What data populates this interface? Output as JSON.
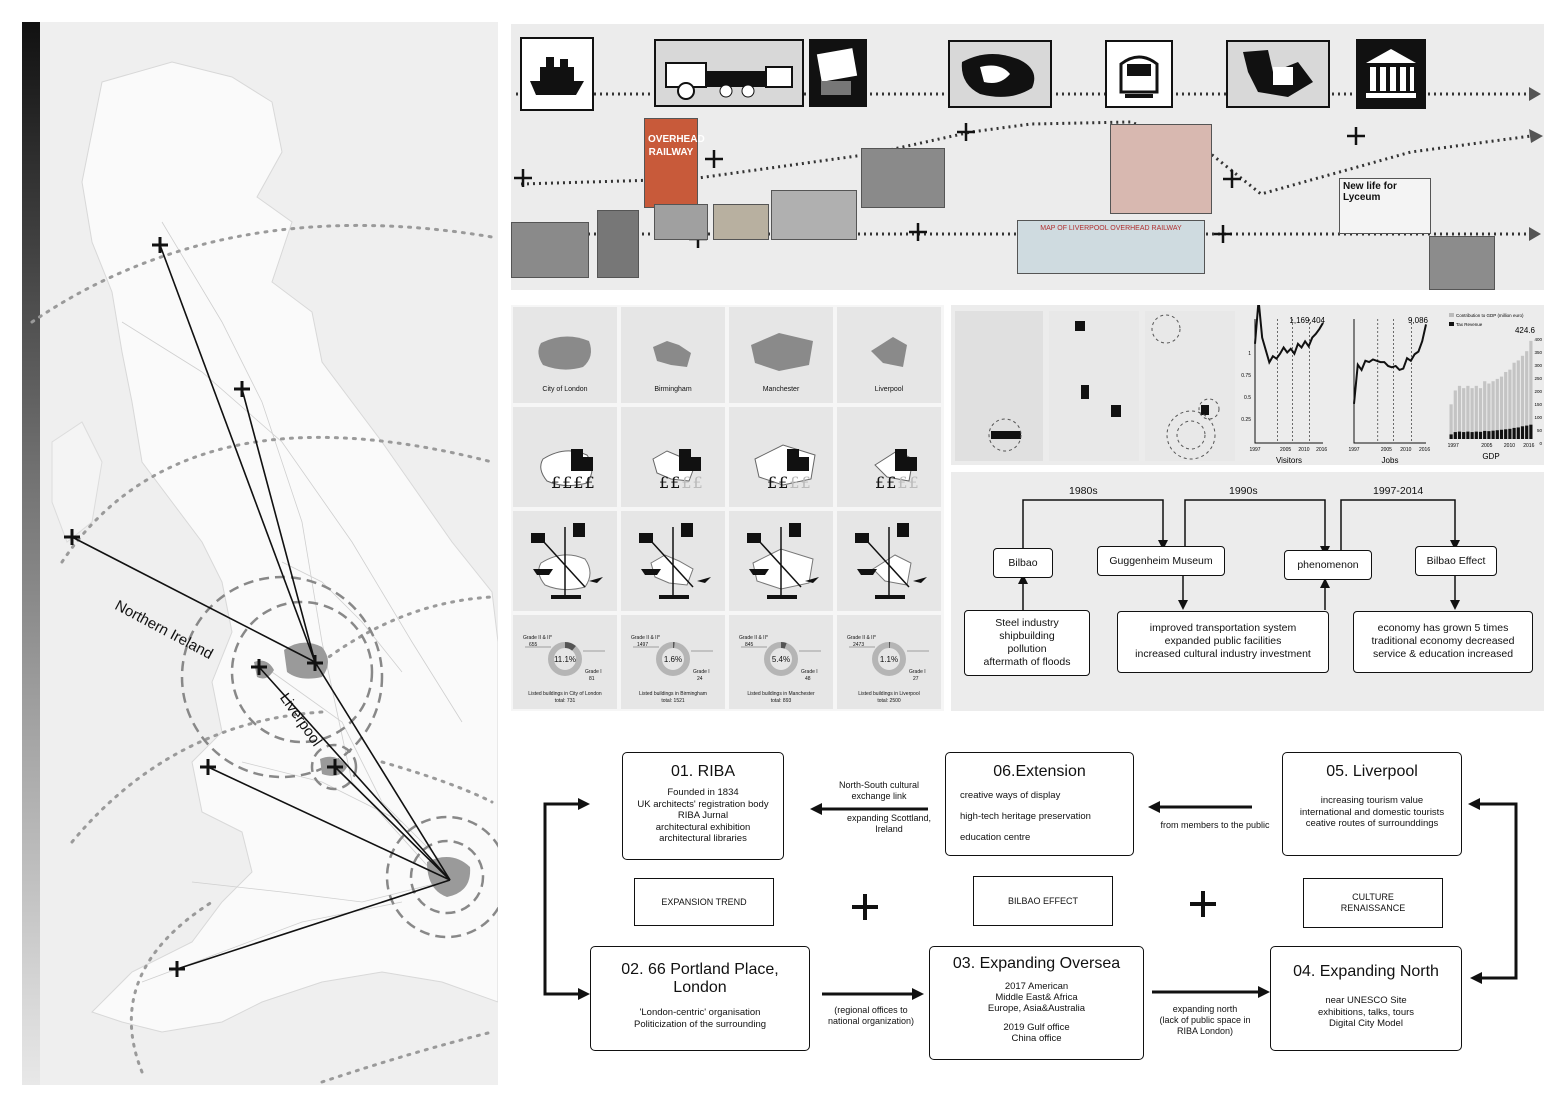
{
  "map": {
    "label_ni": "Northern Ireland",
    "label_liv": "Liverpool"
  },
  "timeline": {
    "poster_text": "OVERHEAD RAILWAY",
    "map_banner": "MAP OF LIVERPOOL OVERHEAD RAILWAY",
    "newspaper": "New life for Lyceum"
  },
  "cities": {
    "names": [
      "City of London",
      "Birmingham",
      "Manchester",
      "Liverpool"
    ],
    "pounds_filled": [
      4,
      2,
      2,
      2
    ],
    "donuts": [
      {
        "pct": "11.1%",
        "g2": "Grade II & II*",
        "g2v": "655",
        "g1": "Grade I",
        "g1v": "81",
        "caption": "Listed buildings in City of London",
        "total": "total: 731"
      },
      {
        "pct": "1.6%",
        "g2": "Grade II & II*",
        "g2v": "1497",
        "g1": "Grade I",
        "g1v": "24",
        "caption": "Listed buildings in Birmingham",
        "total": "total: 1521"
      },
      {
        "pct": "5.4%",
        "g2": "Grade II & II*",
        "g2v": "845",
        "g1": "Grade I",
        "g1v": "48",
        "caption": "Listed buildings in Manchester",
        "total": "total: 893"
      },
      {
        "pct": "1.1%",
        "g2": "Grade II & II*",
        "g2v": "2473",
        "g1": "Grade I",
        "g1v": "27",
        "caption": "Listed buildings in Liverpool",
        "total": "total: 2500"
      }
    ]
  },
  "charts": {
    "visitors": {
      "peak": "1,169,404",
      "ticks": [
        "1",
        "0.75",
        "0.5",
        "0.25"
      ],
      "years": [
        "1997",
        "2005",
        "2010",
        "2016"
      ],
      "label": "Visitors"
    },
    "jobs": {
      "peak": "9,086",
      "years": [
        "1997",
        "2005",
        "2010",
        "2016"
      ],
      "label": "Jobs"
    },
    "gdp": {
      "legend1": "Contribution to GDP (million euro)",
      "legend2": "Tax Revenue",
      "peak": "424.6",
      "ticks": [
        "400",
        "350",
        "300",
        "250",
        "200",
        "150",
        "100",
        "50",
        "0"
      ],
      "years": [
        "1997",
        "2005",
        "2010",
        "2016"
      ],
      "label": "GDP"
    }
  },
  "chart_data": [
    {
      "type": "line",
      "title": "",
      "xlabel": "Visitors",
      "ylabel": "",
      "x": [
        1997,
        1998,
        1999,
        2000,
        2001,
        2002,
        2003,
        2004,
        2005,
        2006,
        2007,
        2008,
        2009,
        2010,
        2011,
        2012,
        2013,
        2014,
        2015,
        2016
      ],
      "series": [
        {
          "name": "Visitors",
          "values": [
            1.0,
            1.35,
            1.05,
            0.95,
            0.85,
            0.9,
            0.88,
            0.92,
            0.97,
            0.93,
            0.96,
            0.92,
            1.0,
            0.97,
            1.02,
            0.98,
            1.05,
            1.08,
            1.12,
            1.169
          ]
        }
      ]
    },
    {
      "type": "line",
      "title": "",
      "xlabel": "Jobs",
      "ylabel": "",
      "x": [
        1997,
        1998,
        1999,
        2000,
        2001,
        2002,
        2003,
        2004,
        2005,
        2006,
        2007,
        2008,
        2009,
        2010,
        2011,
        2012,
        2013,
        2014,
        2015,
        2016
      ],
      "series": [
        {
          "name": "Jobs",
          "values": [
            3000,
            6000,
            5600,
            6300,
            6200,
            6400,
            6300,
            6200,
            6200,
            5900,
            5800,
            5900,
            5600,
            5700,
            6500,
            6300,
            6800,
            7000,
            7800,
            9086
          ]
        }
      ]
    },
    {
      "type": "bar",
      "title": "",
      "xlabel": "GDP",
      "ylabel": "",
      "ylim": [
        0,
        450
      ],
      "categories": [
        "1997",
        "1998",
        "1999",
        "2000",
        "2001",
        "2002",
        "2003",
        "2004",
        "2005",
        "2006",
        "2007",
        "2008",
        "2009",
        "2010",
        "2011",
        "2012",
        "2013",
        "2014",
        "2015",
        "2016"
      ],
      "series": [
        {
          "name": "Contribution to GDP (million euro)",
          "values": [
            150,
            210,
            230,
            220,
            230,
            220,
            230,
            220,
            250,
            240,
            250,
            260,
            270,
            290,
            300,
            330,
            340,
            360,
            380,
            424.6
          ]
        },
        {
          "name": "Tax Revenue",
          "values": [
            20,
            30,
            32,
            30,
            32,
            30,
            32,
            31,
            35,
            34,
            36,
            38,
            40,
            42,
            44,
            48,
            50,
            55,
            58,
            62
          ]
        }
      ]
    }
  ],
  "bilbao": {
    "periods": [
      "1980s",
      "1990s",
      "1997-2014"
    ],
    "boxes": [
      "Bilbao",
      "Guggenheim Museum",
      "phenomenon",
      "Bilbao Effect"
    ],
    "notes": [
      [
        "Steel industry",
        "shipbuilding",
        "pollution",
        "aftermath of floods"
      ],
      [
        "improved transportation system",
        "expanded  public facilities",
        "increased cultural industry investment"
      ],
      [
        "economy has grown 5 times",
        "traditional economy decreased",
        "service & education increased"
      ]
    ]
  },
  "flow": {
    "riba": {
      "title": "01. RIBA",
      "lines": [
        "Founded in 1834",
        "UK architects' registration body",
        "RIBA  Jurnal",
        "architectural exhibition",
        "architectural libraries"
      ]
    },
    "portland": {
      "title1": "02. 66 Portland Place,",
      "title2": "London",
      "lines": [
        "'London-centric' organisation",
        "Politicization of the surrounding"
      ]
    },
    "oversea": {
      "title": "03. Expanding  Oversea",
      "lines": [
        "2017  American",
        "Middle East& Africa",
        "Europe, Asia&Australia",
        "",
        "2019 Gulf office",
        "China office"
      ]
    },
    "north": {
      "title": "04. Expanding North",
      "lines": [
        "near UNESCO Site",
        "exhibitions, talks, tours",
        "Digital City Model"
      ]
    },
    "liverpool": {
      "title": "05. Liverpool",
      "lines": [
        "increasing tourism value",
        "international and domestic tourists",
        "ceative routes of surrounddings"
      ]
    },
    "extension": {
      "title": "06.Extension",
      "lines": [
        "creative ways of display",
        "high-tech heritage preservation",
        "education centre"
      ]
    },
    "labels": {
      "ns1": "North-South cultural",
      "ns2": "exchange link",
      "sc1": "expanding Scottland,",
      "sc2": "Ireland",
      "members": "from  members to the public",
      "reg1": "(regional offices to",
      "reg2": "national organization)",
      "en1": "expanding north",
      "en2": "(lack of public space in",
      "en3": "RIBA London)"
    },
    "trends": {
      "expansion": "EXPANSION TREND",
      "bilbao": "BILBAO EFFECT",
      "culture1": "CULTURE",
      "culture2": "RENAISSANCE"
    }
  }
}
